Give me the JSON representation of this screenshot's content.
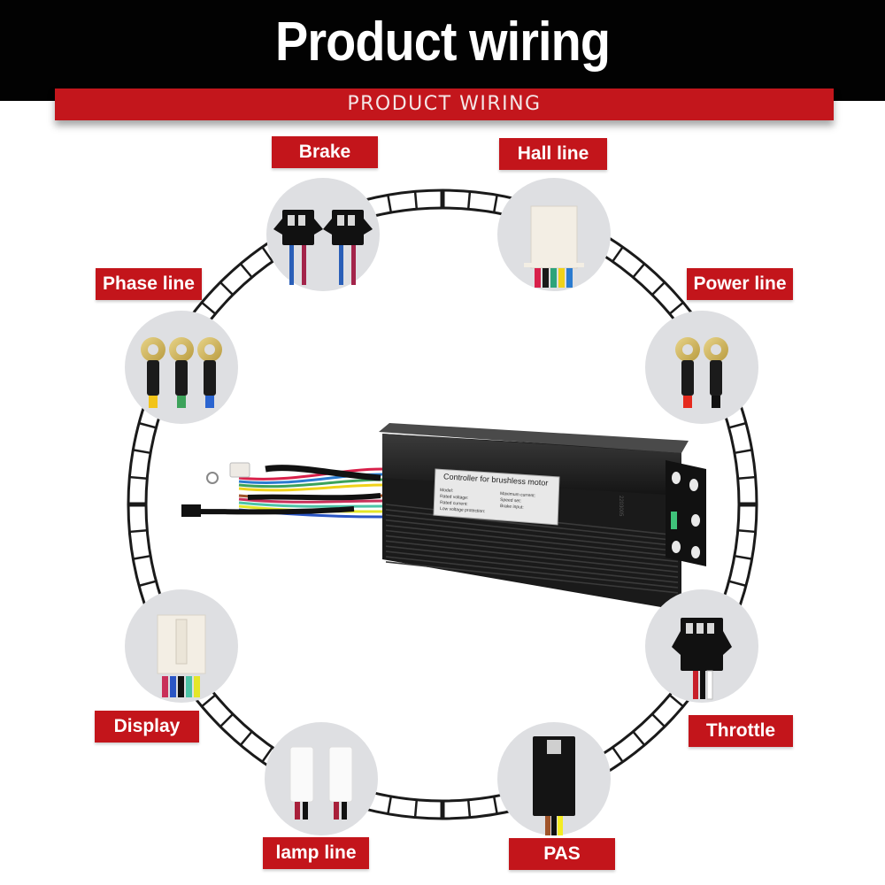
{
  "header": {
    "title": "Product wiring",
    "subtitle": "PRODUCT WIRING"
  },
  "controller": {
    "label_title": "Controller for brushless motor",
    "label_fields": [
      "Model:",
      "Rated voltage:",
      "Rated current:",
      "Low voltage protection:",
      "Maximum current:",
      "Speed set:",
      "Brake input:"
    ],
    "side_code": "2203005"
  },
  "connectors": [
    {
      "id": "brake",
      "label": "Brake",
      "icon": "brake-connector-icon",
      "wire_colors": [
        "#2a5fb8",
        "#a3244a"
      ]
    },
    {
      "id": "hall",
      "label": "Hall line",
      "icon": "hall-connector-icon",
      "wire_colors": [
        "#d8204a",
        "#1a1a1a",
        "#2ea37a",
        "#f0d21a",
        "#2a7bd0"
      ]
    },
    {
      "id": "phase",
      "label": "Phase line",
      "icon": "phase-terminals-icon",
      "wire_colors": [
        "#f2c418",
        "#3ca25a",
        "#2a64d0"
      ]
    },
    {
      "id": "power",
      "label": "Power line",
      "icon": "power-terminals-icon",
      "wire_colors": [
        "#e52a1e",
        "#111111"
      ]
    },
    {
      "id": "display",
      "label": "Display",
      "icon": "display-connector-icon",
      "wire_colors": [
        "#c9305a",
        "#2a55c4",
        "#111111",
        "#4cc3a6",
        "#e4e628"
      ]
    },
    {
      "id": "throttle",
      "label": "Throttle",
      "icon": "throttle-connector-icon",
      "wire_colors": [
        "#c8202a",
        "#111111",
        "#ffffff"
      ]
    },
    {
      "id": "lamp",
      "label": "lamp line",
      "icon": "lamp-connector-icon",
      "wire_colors": [
        "#a8203a",
        "#111111"
      ]
    },
    {
      "id": "pas",
      "label": "PAS",
      "icon": "pas-connector-icon",
      "wire_colors": [
        "#a0542a",
        "#111111",
        "#f4ec22"
      ]
    }
  ],
  "colors": {
    "header_bg": "#020202",
    "accent_red": "#c3151b",
    "circle_bg": "#dedfe2",
    "ring_stroke": "#1a1a1a"
  }
}
